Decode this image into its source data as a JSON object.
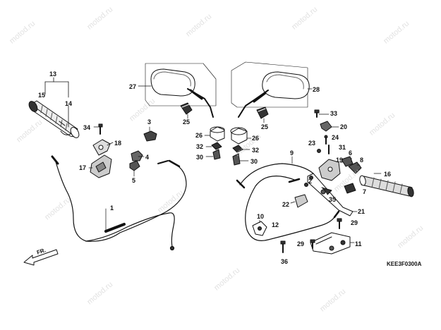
{
  "watermark": "motod.ru",
  "diagram_code": "KEE3F0300A",
  "front_label": "FR.",
  "callouts": [
    {
      "id": "c13",
      "label": "13"
    },
    {
      "id": "c15",
      "label": "15"
    },
    {
      "id": "c14",
      "label": "14"
    },
    {
      "id": "c34",
      "label": "34"
    },
    {
      "id": "c18",
      "label": "18"
    },
    {
      "id": "c17",
      "label": "17"
    },
    {
      "id": "c3",
      "label": "3"
    },
    {
      "id": "c4",
      "label": "4"
    },
    {
      "id": "c5",
      "label": "5"
    },
    {
      "id": "c25a",
      "label": "25"
    },
    {
      "id": "c27",
      "label": "27"
    },
    {
      "id": "c26a",
      "label": "26"
    },
    {
      "id": "c32a",
      "label": "32"
    },
    {
      "id": "c30a",
      "label": "30"
    },
    {
      "id": "c26b",
      "label": "26"
    },
    {
      "id": "c32b",
      "label": "32"
    },
    {
      "id": "c30b",
      "label": "30"
    },
    {
      "id": "c28",
      "label": "28"
    },
    {
      "id": "c25b",
      "label": "25"
    },
    {
      "id": "c33",
      "label": "33"
    },
    {
      "id": "c20",
      "label": "20"
    },
    {
      "id": "c24",
      "label": "24"
    },
    {
      "id": "c23",
      "label": "23"
    },
    {
      "id": "c31",
      "label": "31"
    },
    {
      "id": "c9",
      "label": "9"
    },
    {
      "id": "c19",
      "label": "19"
    },
    {
      "id": "c6",
      "label": "6"
    },
    {
      "id": "c8",
      "label": "8"
    },
    {
      "id": "c16",
      "label": "16"
    },
    {
      "id": "c2",
      "label": "2"
    },
    {
      "id": "c35",
      "label": "35"
    },
    {
      "id": "c7",
      "label": "7"
    },
    {
      "id": "c22",
      "label": "22"
    },
    {
      "id": "c21",
      "label": "21"
    },
    {
      "id": "c1",
      "label": "1"
    },
    {
      "id": "c10",
      "label": "10"
    },
    {
      "id": "c12",
      "label": "12"
    },
    {
      "id": "c29a",
      "label": "29"
    },
    {
      "id": "c29b",
      "label": "29"
    },
    {
      "id": "c11",
      "label": "11"
    },
    {
      "id": "c36",
      "label": "36"
    }
  ]
}
